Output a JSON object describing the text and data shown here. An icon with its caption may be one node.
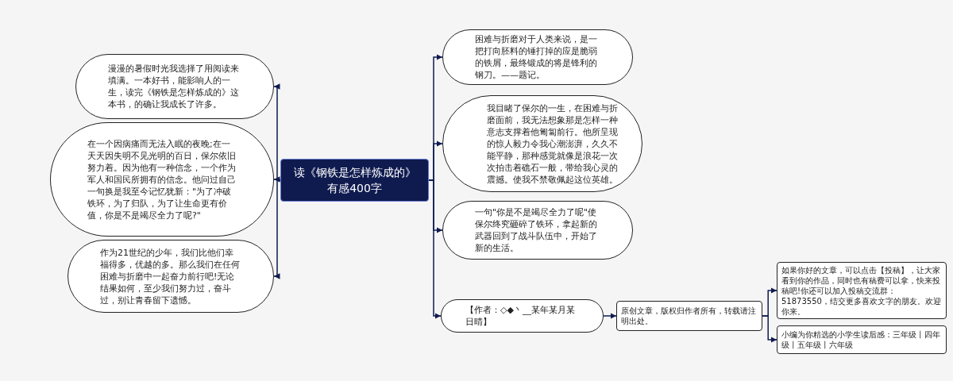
{
  "diagram": {
    "nodes": [
      {
        "text": [
          "读《钢铁是怎样炼成的》有感400字"
        ]
      },
      {
        "text": [
          "漫漫的暑假时光我选择了用阅读来填满。一本好书，能影响人的一生，读完《钢铁是怎样炼成的》这本书，的确让我成长了许多。"
        ]
      },
      {
        "text": [
          "在一个因病痛而无法入眠的夜晚;在一天天因失明不见光明的百日，保尔依旧努力着。因为他有一种信念，一个作为军人和国民所拥有的信念。他问过自己一句换是我至今记忆犹新：\"为了冲破铁环，为了归队，为了让生命更有价值，你是不是竭尽全力了呢?\""
        ]
      },
      {
        "text": [
          "作为21世纪的少年，我们比他们幸福得多，优越的多。那么我们在任何困难与折磨中一起奋力前行吧!无论结果如何，至少我们努力过，奋斗过，别让青春留下遗憾。"
        ]
      },
      {
        "text": [
          "困难与折磨对于人类来说，是一把打向胚料的锤打掉的应是脆弱的铁屑，最终锻成的将是锋利的钢刀。——题记。"
        ]
      },
      {
        "text": [
          "我目睹了保尔的一生，在困难与折磨面前，我无法想象那是怎样一种意志支撑着他匍匐前行。他所呈现的惊人毅力令我心潮澎湃，久久不能平静，那种感觉就像是浪花一次次拍击着礁石一般，带给我心灵的震撼。使我不禁敬佩起这位英雄。"
        ]
      },
      {
        "text": [
          "一句\"你是不是竭尽全力了呢\"使保尔终究砸碎了铁环，拿起新的武器回到了战斗队伍中，开始了新的生活。"
        ]
      },
      {
        "text": [
          "【作者：◇◆丶__某年某月某日晴】"
        ]
      },
      {
        "text": [
          "原创文章，版权归作者所有，转载请注明出处。"
        ]
      },
      {
        "text": [
          "如果你好的文章，可以点击【投稿】，让大家看到你的作品，同时也有稿费可以拿，快来投稿吧!你还可以加入投稿交流群：51873550，结交更多喜欢文字的朋友。欢迎你来。"
        ]
      },
      {
        "text": [
          "小编为你精选的小学生读后感：三年级丨四年级丨五年级丨六年级"
        ]
      }
    ],
    "edges": [
      {
        "from": 0,
        "to": 1,
        "arrow": "to"
      },
      {
        "from": 0,
        "to": 2,
        "arrow": "to"
      },
      {
        "from": 0,
        "to": 3,
        "arrow": "to"
      },
      {
        "from": 0,
        "to": 4,
        "arrow": "to"
      },
      {
        "from": 0,
        "to": 5,
        "arrow": "to"
      },
      {
        "from": 0,
        "to": 6,
        "arrow": "to"
      },
      {
        "from": 0,
        "to": 7,
        "arrow": "to"
      },
      {
        "from": 7,
        "to": 8,
        "arrow": "to"
      },
      {
        "from": 8,
        "to": 9,
        "arrow": "to"
      },
      {
        "from": 8,
        "to": 10,
        "arrow": "to"
      }
    ]
  }
}
